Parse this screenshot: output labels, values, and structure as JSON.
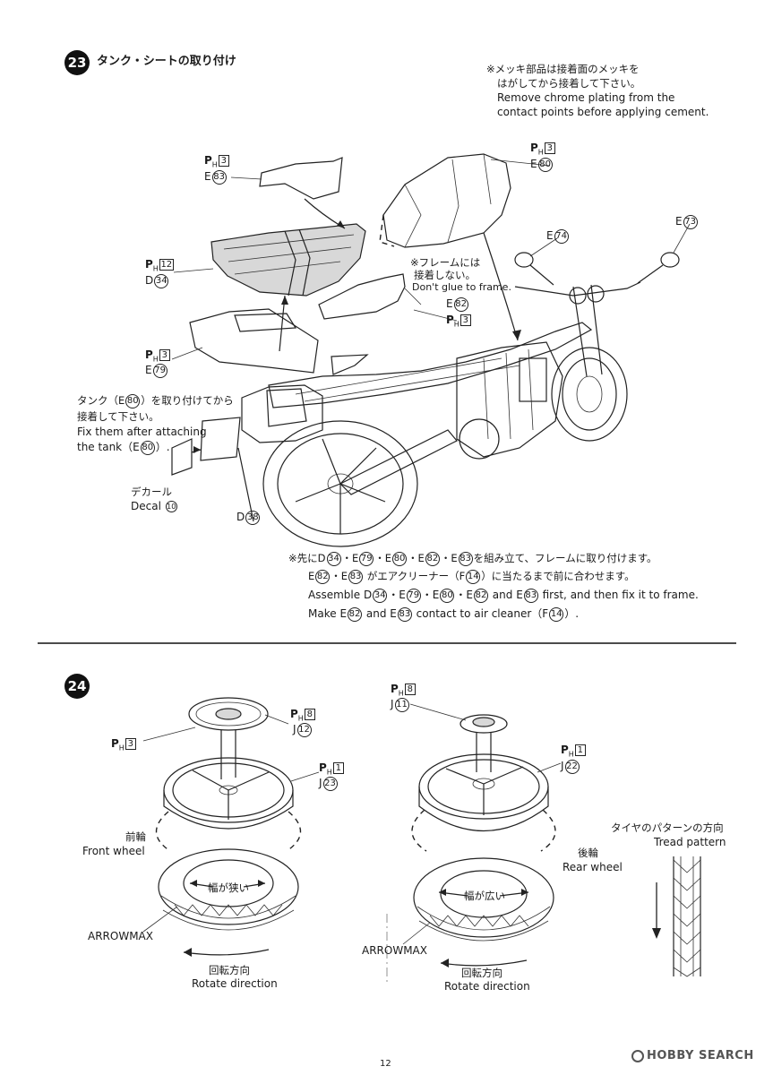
{
  "step23": {
    "number": "23",
    "title": "タンク・シートの取り付け",
    "note_chrome": {
      "jp1": "※メッキ部品は接着面のメッキを",
      "jp2": "はがしてから接着して下さい。",
      "en1": "Remove chrome plating from the",
      "en2": "contact points before applying cement."
    },
    "labels": {
      "seat_cowl": {
        "ph": "P",
        "ph_sub": "H",
        "ph_num": "3",
        "part": "E",
        "part_num": "83"
      },
      "seat": {
        "ph": "P",
        "ph_sub": "H",
        "ph_num": "12",
        "part": "D",
        "part_num": "34"
      },
      "side_cover": {
        "ph": "P",
        "ph_sub": "H",
        "ph_num": "3",
        "part": "E",
        "part_num": "79"
      },
      "tank": {
        "ph": "P",
        "ph_sub": "H",
        "ph_num": "3",
        "part": "E",
        "part_num": "80"
      },
      "side_panel": {
        "part": "E",
        "part_num": "82",
        "ph": "P",
        "ph_sub": "H",
        "ph_num": "3"
      },
      "mirror_right": {
        "part": "E",
        "part_num": "73"
      },
      "mirror_left": {
        "part": "E",
        "part_num": "74"
      },
      "license_plate": {
        "part": "D",
        "part_num": "38"
      }
    },
    "frame_note": {
      "jp1": "※フレームには",
      "jp2": "接着しない。",
      "en": "Don't glue to frame."
    },
    "tank_note": {
      "jp1a": "タンク（E",
      "jp1_num": "80",
      "jp1b": "）を取り付けてから",
      "jp2": "接着して下さい。",
      "en1": "Fix them after attaching",
      "en2a": "the tank（E",
      "en2_num": "80",
      "en2b": "）."
    },
    "decal": {
      "jp": "デカール",
      "en": "Decal",
      "num": "10"
    },
    "assembly_note": {
      "jp1a": "※先にD",
      "jp1b": "を組み立て、フレームに取り付けます。",
      "jp2b": "がエアクリーナー（F",
      "jp2c": "）に当たるまで前に合わせます。",
      "en1a": "Assemble",
      "en1b": "and E",
      "en1c": "first, and then fix it to frame.",
      "en2a": "Make",
      "en2b": "and E",
      "en2c": "contact to air cleaner（F",
      "en2d": "）.",
      "nums": [
        "34",
        "79",
        "80",
        "82",
        "83",
        "14"
      ]
    }
  },
  "step24": {
    "number": "24",
    "front": {
      "disc_ph": {
        "ph": "P",
        "ph_sub": "H",
        "ph_num": "3"
      },
      "disc": {
        "ph": "P",
        "ph_sub": "H",
        "ph_num": "8",
        "part": "J",
        "part_num": "12"
      },
      "wheel": {
        "ph": "P",
        "ph_sub": "H",
        "ph_num": "1",
        "part": "J",
        "part_num": "23"
      },
      "label_jp": "前輪",
      "label_en": "Front wheel",
      "width_note": "幅が狭い",
      "tire_brand": "ARROWMAX",
      "rotate_jp": "回転方向",
      "rotate_en": "Rotate direction"
    },
    "rear": {
      "hub": {
        "ph": "P",
        "ph_sub": "H",
        "ph_num": "8",
        "part": "J",
        "part_num": "11"
      },
      "wheel": {
        "ph": "P",
        "ph_sub": "H",
        "ph_num": "1",
        "part": "J",
        "part_num": "22"
      },
      "label_jp": "後輪",
      "label_en": "Rear wheel",
      "width_note": "幅が広い",
      "tire_brand": "ARROWMAX",
      "rotate_jp": "回転方向",
      "rotate_en": "Rotate direction"
    },
    "tread": {
      "jp": "タイヤのパターンの方向",
      "en": "Tread pattern"
    }
  },
  "footer": {
    "page_number": "12",
    "watermark": "HOBBY SEARCH"
  }
}
